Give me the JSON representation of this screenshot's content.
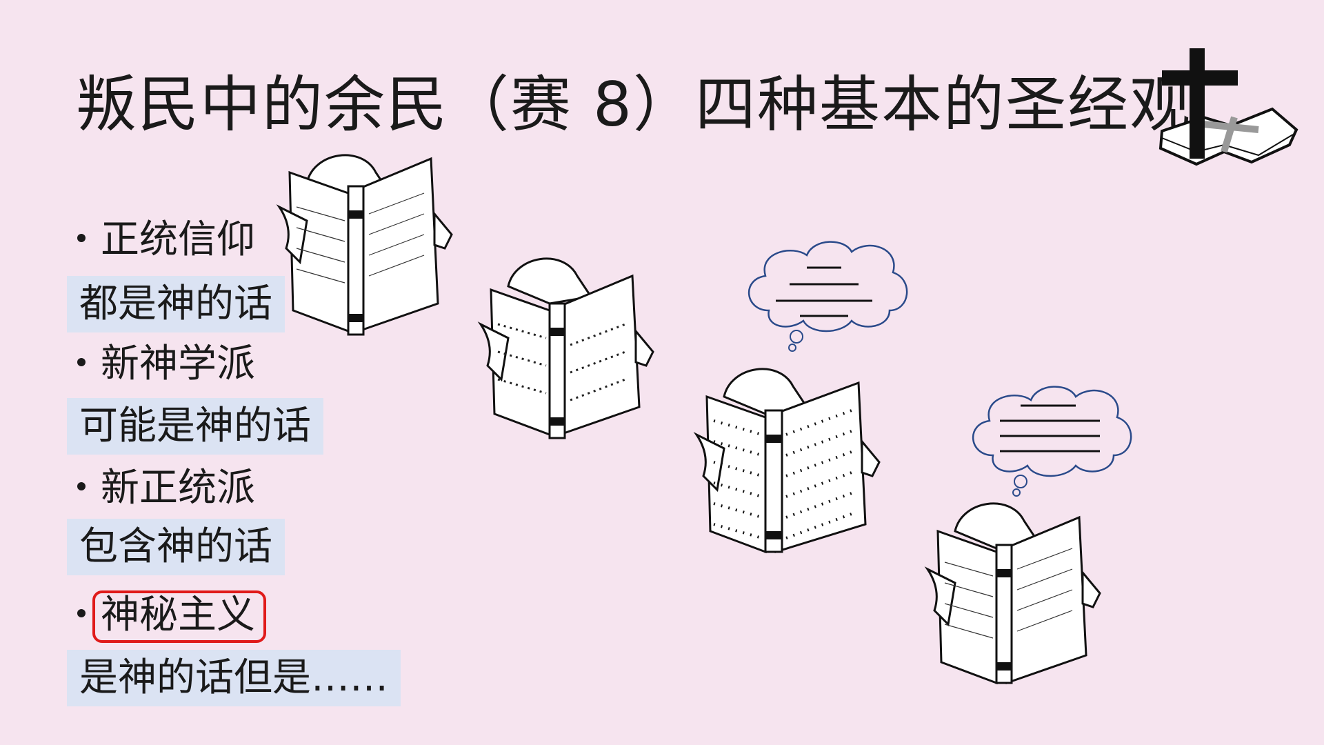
{
  "slide": {
    "title": "叛民中的余民（赛 8）四种基本的圣经观",
    "items": [
      {
        "bullet": "正统信仰",
        "answer": "都是神的话"
      },
      {
        "bullet": "新神学派",
        "answer": "可能是神的话"
      },
      {
        "bullet": "新正统派",
        "answer": "包含神的话"
      },
      {
        "bullet": "神秘主义",
        "answer": "是神的话但是……"
      }
    ]
  },
  "icons": {
    "logo": "cross-and-bible-icon",
    "readers": [
      "reader-icon",
      "reader-icon",
      "reader-icon",
      "reader-icon"
    ],
    "thought_bubbles": [
      "thought-bubble-icon",
      "thought-bubble-icon"
    ]
  },
  "colors": {
    "background": "#f6e4ef",
    "answer_fill": "#dbe3f3",
    "highlight": "#e01a1a",
    "bubble_stroke": "#2a4a8a"
  }
}
